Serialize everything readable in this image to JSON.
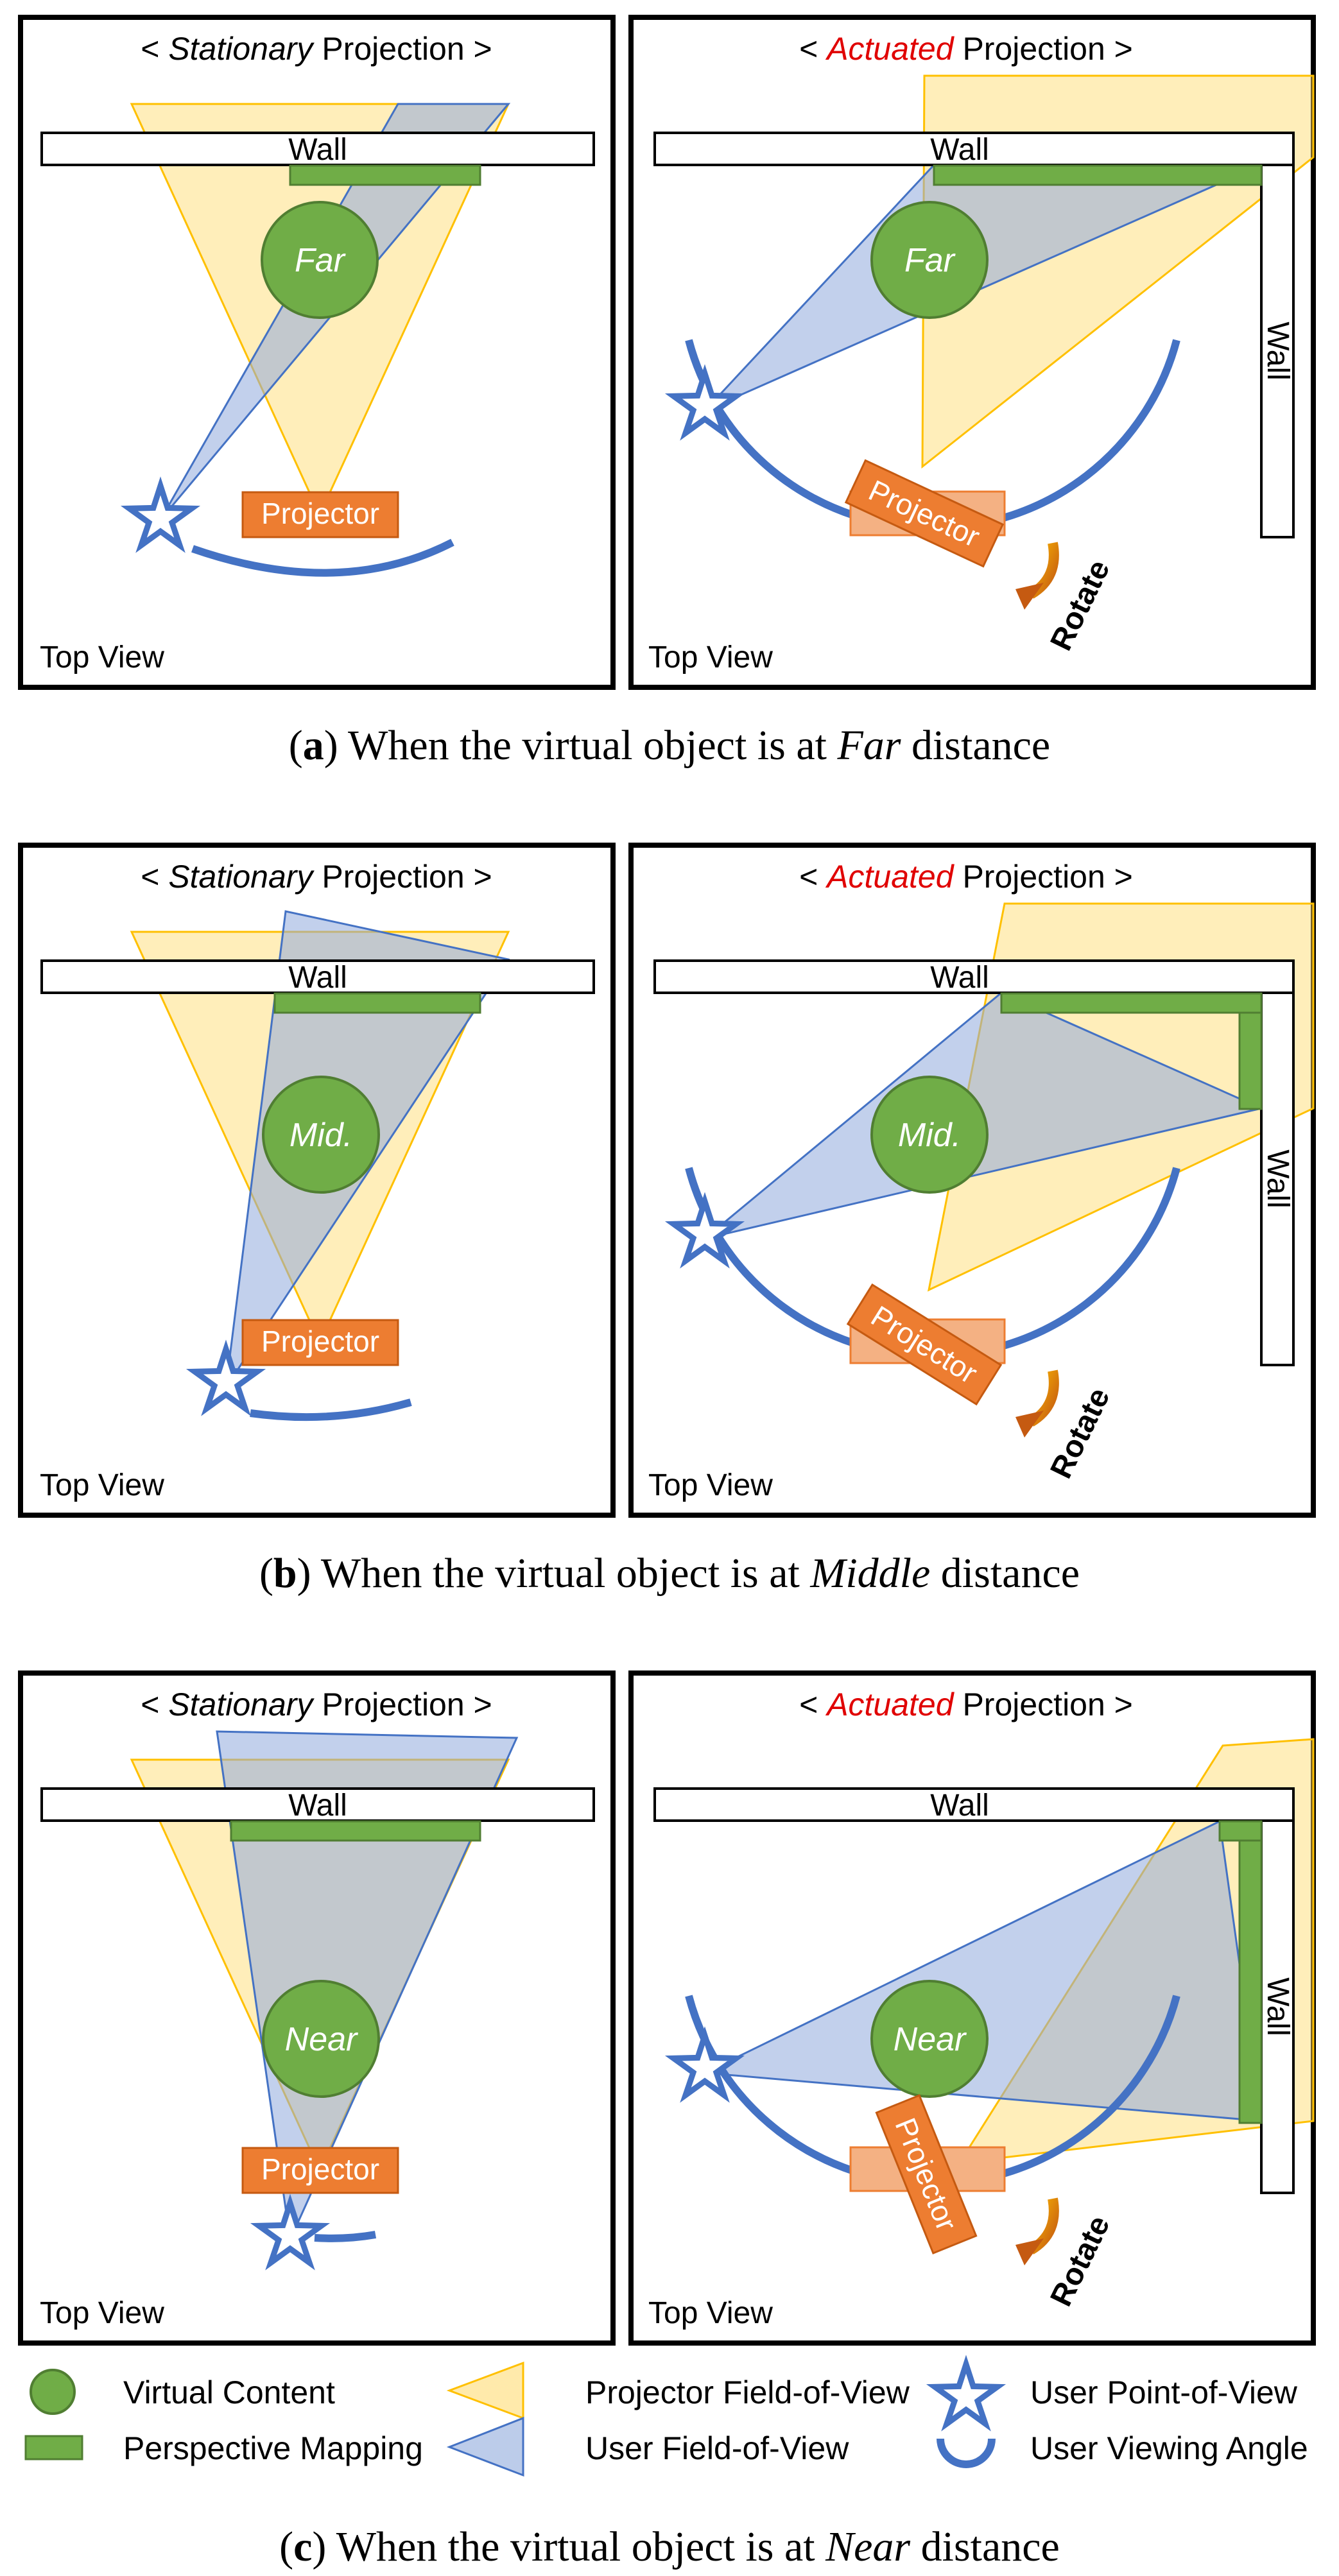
{
  "colors": {
    "green": "#70ad47",
    "green_stroke": "#507e32",
    "orange": "#ed7d31",
    "orange_light": "#f4b183",
    "blue": "#4472c4",
    "blue_fov": "#8faadc",
    "yellow_fov": "#ffd966",
    "red_text": "#e00000"
  },
  "panel_text": {
    "stationary_prefix": "< ",
    "stationary_word": "Stationary",
    "actuated_word": "Actuated",
    "projection_suffix": " Projection >",
    "wall": "Wall",
    "projector": "Projector",
    "top_view": "Top View",
    "rotate": "Rotate"
  },
  "rows": [
    {
      "object_label": "Far",
      "caption_letter": "a",
      "caption_prefix": ") When the virtual object is at ",
      "caption_word": "Far",
      "caption_suffix": " distance"
    },
    {
      "object_label": "Mid.",
      "caption_letter": "b",
      "caption_prefix": ") When the virtual object is at ",
      "caption_word": "Middle",
      "caption_suffix": " distance"
    },
    {
      "object_label": "Near",
      "caption_letter": "c",
      "caption_prefix": ") When the virtual object is at ",
      "caption_word": "Near",
      "caption_suffix": " distance"
    }
  ],
  "legend": {
    "virtual_content": "Virtual Content",
    "perspective_mapping": "Perspective Mapping",
    "projector_fov": "Projector Field-of-View",
    "user_fov": "User Field-of-View",
    "user_pov": "User Point-of-View",
    "user_viewing_angle": "User Viewing Angle"
  }
}
